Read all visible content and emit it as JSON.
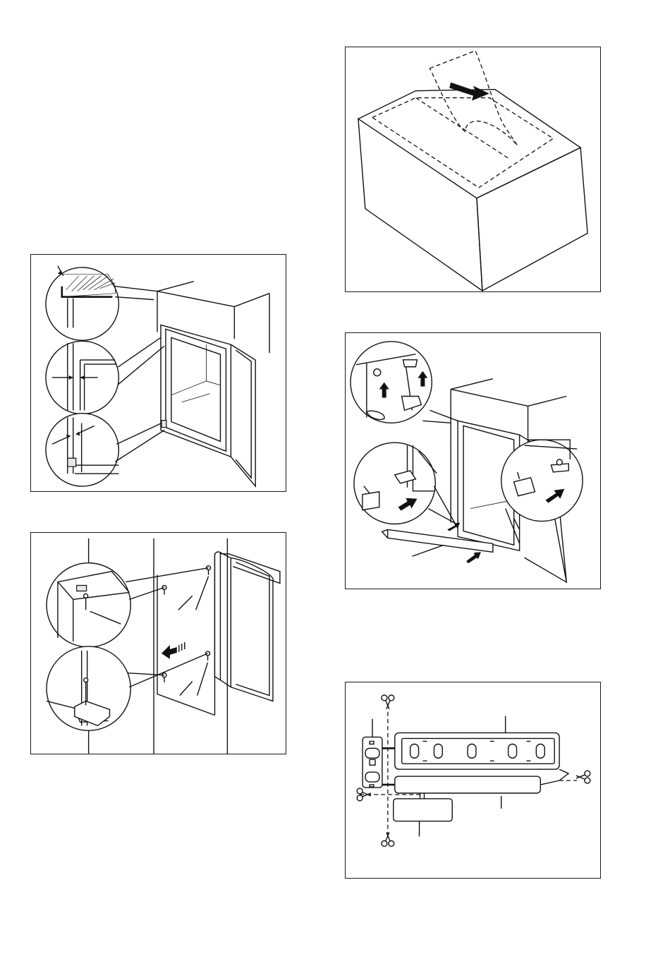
{
  "page": {
    "figures": [
      {
        "id": "cabinet-clearance-checks",
        "icons": [
          "magnifier-callout-icon",
          "gap-arrow-icon"
        ]
      },
      {
        "id": "packaging-box",
        "icons": [
          "dashed-template-icon",
          "arrow-icon"
        ]
      },
      {
        "id": "door-mounting-screws",
        "icons": [
          "screw-icon",
          "arrow-icon"
        ]
      },
      {
        "id": "hinge-cover-fitting",
        "icons": [
          "arrow-icon",
          "cover-cap-icon"
        ]
      },
      {
        "id": "plastic-parts-sprue",
        "icons": [
          "scissors-icon"
        ]
      }
    ]
  }
}
